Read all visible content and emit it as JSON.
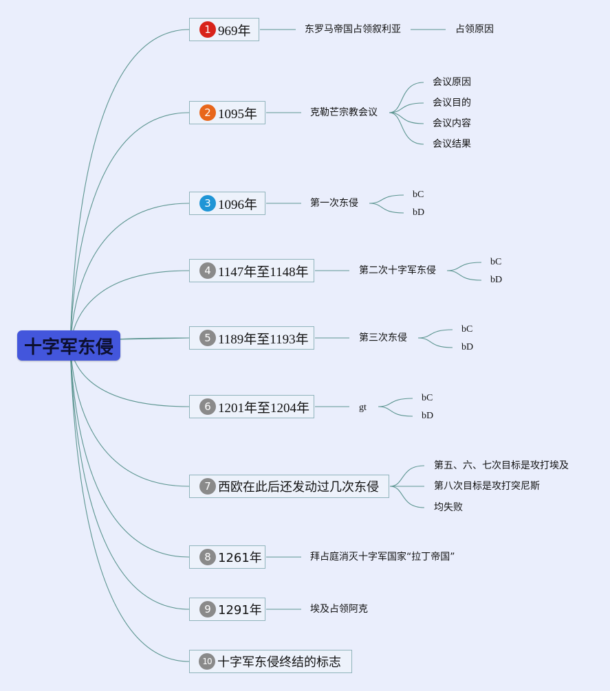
{
  "root": {
    "label": "十字军东侵"
  },
  "branches": [
    {
      "num": "1",
      "color": "#d8231a",
      "label": "969年",
      "child": "东罗马帝国占领叙利亚",
      "leaves": [
        "占领原因"
      ]
    },
    {
      "num": "2",
      "color": "#e8661b",
      "label": "1095年",
      "child": "克勒芒宗教会议",
      "leaves": [
        "会议原因",
        "会议目的",
        "会议内容",
        "会议结果"
      ]
    },
    {
      "num": "3",
      "color": "#1f95d6",
      "label": "1096年",
      "child": "第一次东侵",
      "leaves": [
        "bC",
        "bD"
      ]
    },
    {
      "num": "4",
      "color": "#8a8a8a",
      "label": "1147年至1148年",
      "child": "第二次十字军东侵",
      "leaves": [
        "bC",
        "bD"
      ]
    },
    {
      "num": "5",
      "color": "#8a8a8a",
      "label": "1189年至1193年",
      "child": "第三次东侵",
      "leaves": [
        "bC",
        "bD"
      ]
    },
    {
      "num": "6",
      "color": "#8a8a8a",
      "label": "1201年至1204年",
      "child": "gt",
      "leaves": [
        "bC",
        "bD"
      ]
    },
    {
      "num": "7",
      "color": "#8a8a8a",
      "label": "西欧在此后还发动过几次东侵",
      "child": "",
      "leaves": [
        "第五、六、七次目标是攻打埃及",
        "第八次目标是攻打突尼斯",
        "均失败"
      ]
    },
    {
      "num": "8",
      "color": "#8a8a8a",
      "label": "1261年",
      "child": "拜占庭消灭十字军国家“拉丁帝国”",
      "leaves": []
    },
    {
      "num": "9",
      "color": "#8a8a8a",
      "label": "1291年",
      "child": "埃及占领阿克",
      "leaves": []
    },
    {
      "num": "10",
      "color": "#8a8a8a",
      "label": "十字军东侵终结的标志",
      "child": "",
      "leaves": []
    }
  ]
}
